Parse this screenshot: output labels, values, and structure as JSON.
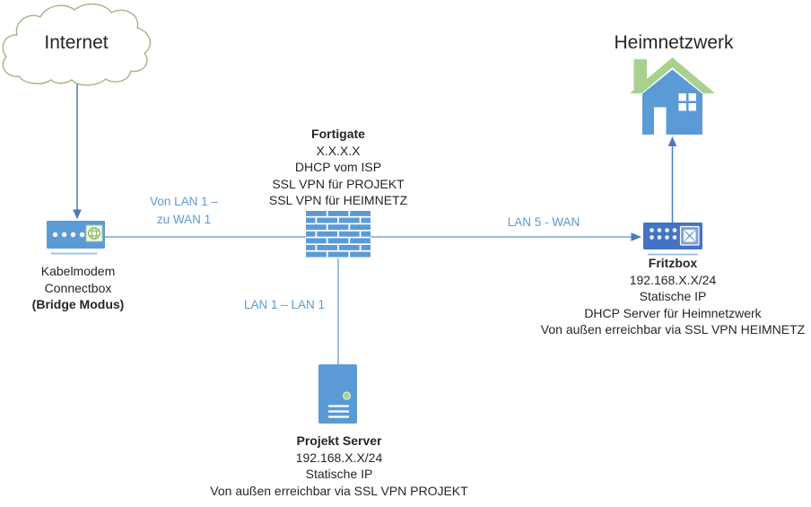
{
  "diagram": {
    "titles": {
      "internet": "Internet",
      "heimnetzwerk": "Heimnetzwerk"
    },
    "nodes": {
      "modem": {
        "lines": [
          "Kabelmodem",
          "Connectbox",
          "(Bridge Modus)"
        ]
      },
      "fortigate": {
        "name": "Fortigate",
        "details": [
          "X.X.X.X",
          "DHCP vom ISP",
          "SSL VPN für PROJEKT",
          "SSL VPN für HEIMNETZ"
        ]
      },
      "fritzbox": {
        "name": "Fritzbox",
        "details": [
          "192.168.X.X/24",
          "Statische IP",
          "DHCP Server für Heimnetzwerk",
          "Von außen erreichbar via SSL VPN HEIMNETZ"
        ]
      },
      "projekt_server": {
        "name": "Projekt Server",
        "details": [
          "192.168.X.X/24",
          "Statische IP",
          "Von außen erreichbar via SSL VPN PROJEKT"
        ]
      }
    },
    "connections": {
      "modem_to_fortigate": {
        "label_lines": [
          "Von LAN 1 –",
          "zu WAN 1"
        ]
      },
      "fortigate_to_fritzbox": {
        "label": "LAN 5 - WAN"
      },
      "fortigate_to_server": {
        "label": "LAN 1 – LAN 1"
      }
    },
    "icons": {
      "internet": "cloud-icon",
      "modem": "cable-modem-icon",
      "fortigate": "firewall-brick-wall-icon",
      "fritzbox": "router-icon",
      "projekt_server": "tower-server-icon",
      "heimnetzwerk": "house-icon"
    },
    "colors": {
      "node_blue": "#5B9BD5",
      "fritzbox_blue": "#4472C4",
      "accent_green": "#A9D18E",
      "globe_green": "#84B65C",
      "cloud_outline_green": "#9DB884",
      "connector_blue": "#7AA5DA",
      "arrow_blue": "#4B7BBE",
      "label_text_blue": "#5B9BD5",
      "underline_blue": "#9DC3E6",
      "text_color": "#262626"
    }
  }
}
